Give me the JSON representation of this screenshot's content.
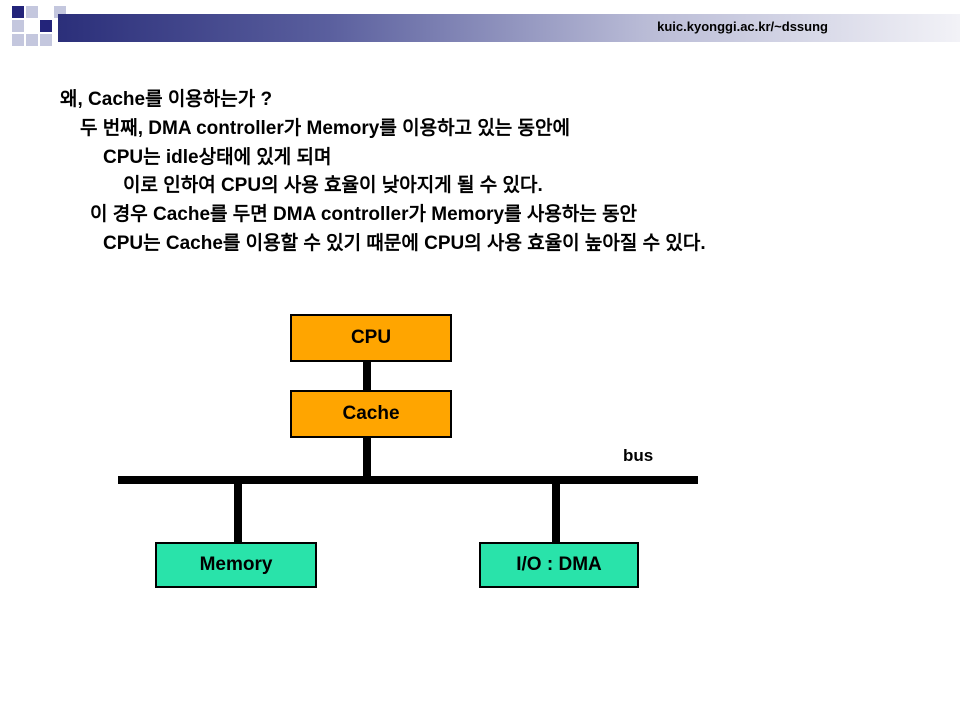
{
  "header": {
    "url": "kuic.kyonggi.ac.kr/~dssung",
    "colors": {
      "dark_square": "#23247a",
      "light_square": "#c4c7de",
      "gradient_start": "#2b2f7a"
    }
  },
  "body_text": {
    "line1": "왜, Cache를 이용하는가 ?",
    "line2": "두 번째, DMA controller가 Memory를 이용하고 있는 동안에",
    "line3": "CPU는 idle상태에 있게 되며",
    "line4": "이로 인하여 CPU의 사용 효율이 낮아지게 될 수 있다.",
    "line5": "이 경우 Cache를 두면 DMA controller가 Memory를 사용하는 동안",
    "line6": "CPU는 Cache를 이용할 수 있기 때문에 CPU의 사용 효율이 높아질 수 있다."
  },
  "diagram": {
    "cpu_label": "CPU",
    "cache_label": "Cache",
    "bus_label": "bus",
    "memory_label": "Memory",
    "io_label": "I/O : DMA",
    "colors": {
      "cpu_cache_fill": "#ffa500",
      "memory_io_fill": "#29e3aa",
      "lines": "#000000"
    }
  }
}
